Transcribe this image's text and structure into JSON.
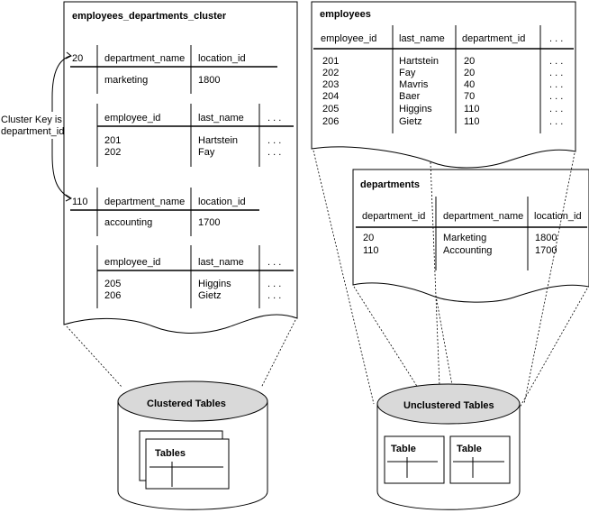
{
  "cluster": {
    "title": "employees_departments_cluster",
    "key_label_line1": "Cluster Key is",
    "key_label_line2": "department_id",
    "groups": [
      {
        "key": "20",
        "dept_header": [
          "department_name",
          "location_id"
        ],
        "dept_row": [
          "marketing",
          "1800"
        ],
        "emp_header": [
          "employee_id",
          "last_name",
          ". . ."
        ],
        "emp_rows": [
          [
            "201",
            "Hartstein",
            ". . ."
          ],
          [
            "202",
            "Fay",
            ". . ."
          ]
        ]
      },
      {
        "key": "110",
        "dept_header": [
          "department_name",
          "location_id"
        ],
        "dept_row": [
          "accounting",
          "1700"
        ],
        "emp_header": [
          "employee_id",
          "last_name",
          ". . ."
        ],
        "emp_rows": [
          [
            "205",
            "Higgins",
            ". . ."
          ],
          [
            "206",
            "Gietz",
            ". . ."
          ]
        ]
      }
    ]
  },
  "employees": {
    "title": "employees",
    "header": [
      "employee_id",
      "last_name",
      "department_id",
      ". . ."
    ],
    "rows": [
      [
        "201",
        "Hartstein",
        "20",
        ". . ."
      ],
      [
        "202",
        "Fay",
        "20",
        ". . ."
      ],
      [
        "203",
        "Mavris",
        "40",
        ". . ."
      ],
      [
        "204",
        "Baer",
        "70",
        ". . ."
      ],
      [
        "205",
        "Higgins",
        "110",
        ". . ."
      ],
      [
        "206",
        "Gietz",
        "110",
        ". . ."
      ]
    ]
  },
  "departments": {
    "title": "departments",
    "header": [
      "department_id",
      "department_name",
      "location_id"
    ],
    "rows": [
      [
        "20",
        "Marketing",
        "1800"
      ],
      [
        "110",
        "Accounting",
        "1700"
      ]
    ]
  },
  "clustered_db": {
    "label": "Clustered Tables",
    "table_label": "Tables"
  },
  "unclustered_db": {
    "label": "Unclustered Tables",
    "table_label_1": "Table",
    "table_label_2": "Table"
  }
}
